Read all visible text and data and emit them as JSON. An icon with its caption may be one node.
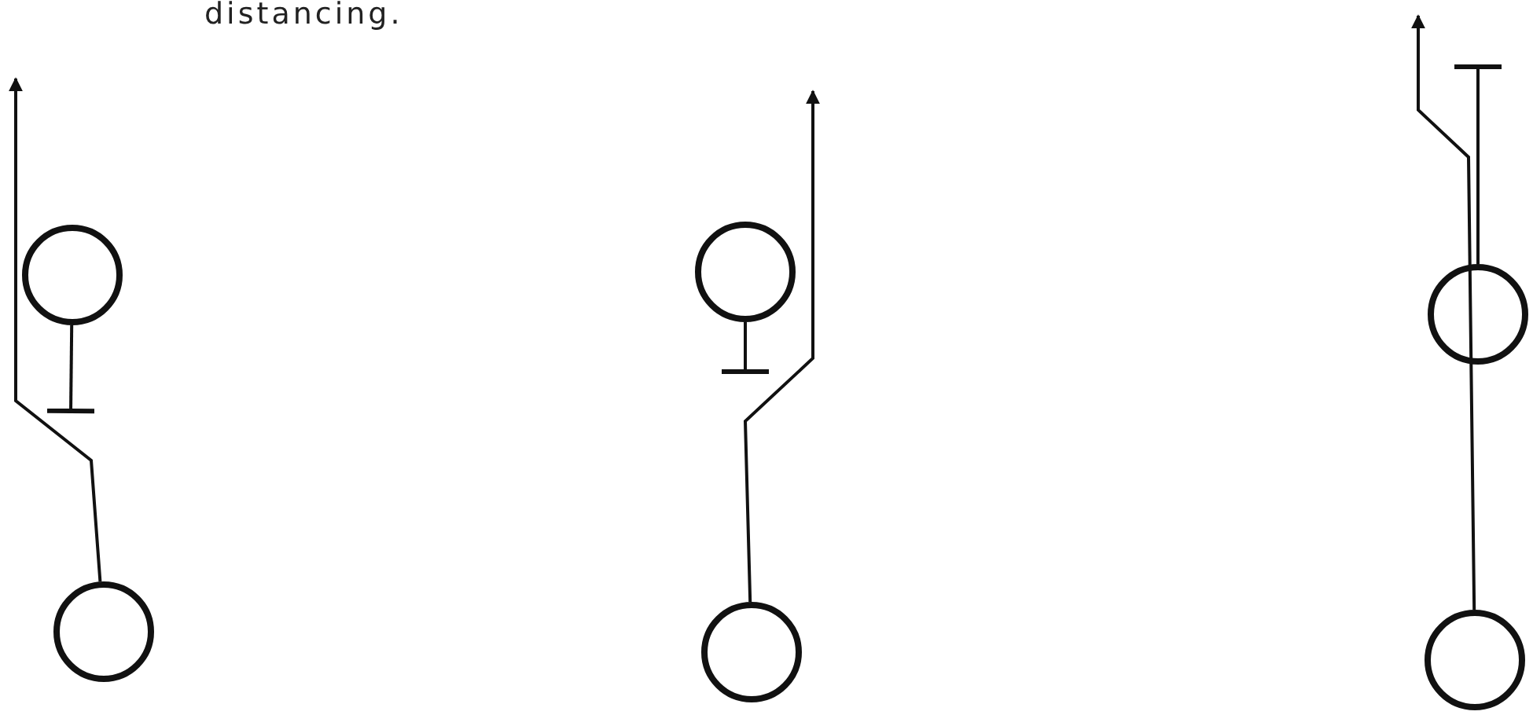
{
  "diagram": {
    "nodes": [
      {
        "text": [],
        "shape": "circle"
      },
      {
        "text": [],
        "shape": "circle"
      },
      {
        "text": [],
        "shape": "circle"
      },
      {
        "text": [],
        "shape": "circle"
      },
      {
        "text": [],
        "shape": "circle"
      },
      {
        "text": [],
        "shape": "circle"
      }
    ],
    "edges": [
      {
        "from": 1,
        "to": null,
        "arrow": "to"
      },
      {
        "from": 0,
        "to": null,
        "arrow": "other"
      },
      {
        "from": 3,
        "to": null,
        "arrow": "to"
      },
      {
        "from": 2,
        "to": null,
        "arrow": "other"
      },
      {
        "from": 5,
        "to": null,
        "arrow": "to"
      },
      {
        "from": 4,
        "to": null,
        "arrow": "other"
      }
    ],
    "labels": [
      "distancing."
    ]
  }
}
